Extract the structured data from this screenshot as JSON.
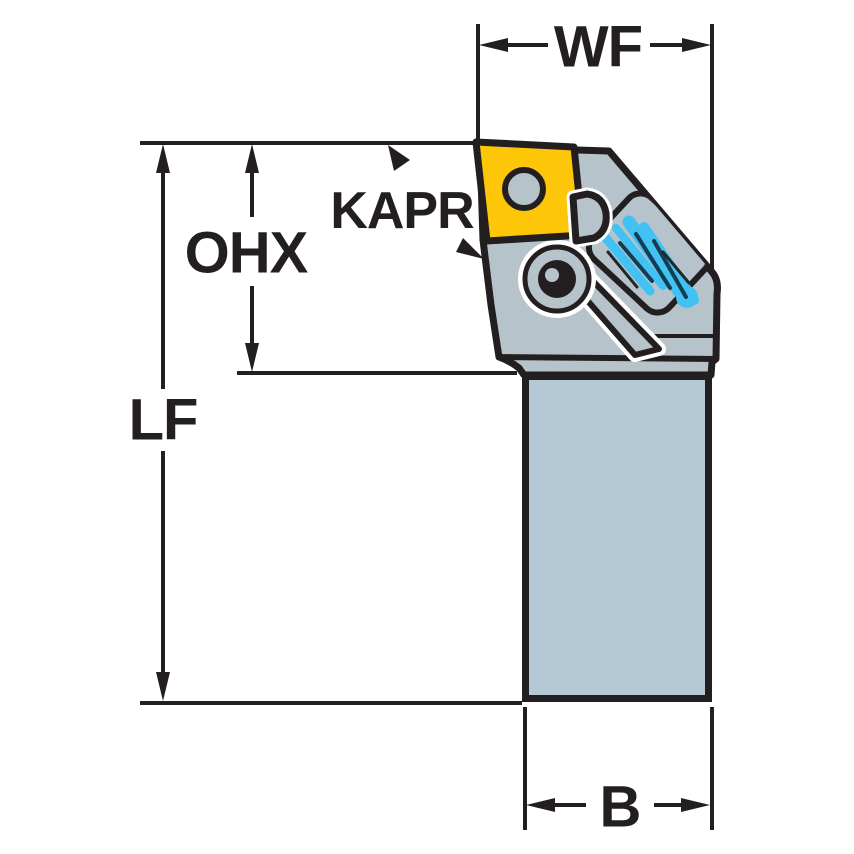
{
  "diagram": {
    "type": "technical-dimension-drawing",
    "subject": "turning tool holder with indexable insert, clamp, screw and coolant jets",
    "labels": {
      "wf": "WF",
      "ohx": "OHX",
      "lf": "LF",
      "kapr": "KAPR",
      "b": "B"
    },
    "colors": {
      "line": "#231f20",
      "insert": "#fdc608",
      "head": "#b7c3cb",
      "shank": "#b5c8d5",
      "coolant": "#41c2f2",
      "coolant_dark": "#133d54",
      "coolant_black": "#20262a",
      "background": "#ffffff"
    }
  }
}
